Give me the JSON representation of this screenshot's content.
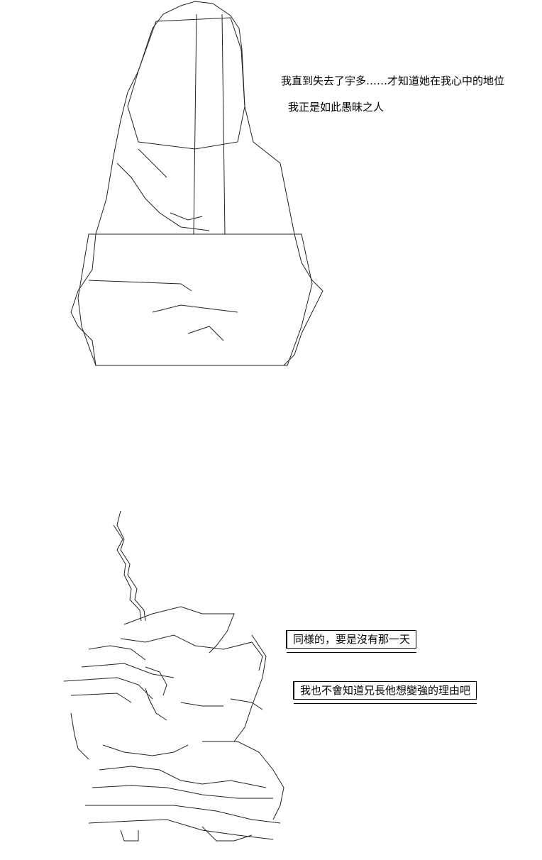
{
  "panel_top": {
    "lines": [
      "我直到失去了宇多……才知道她在我心中的地位",
      "我正是如此愚昧之人"
    ]
  },
  "panel_bottom": {
    "bubbles": [
      "同様的，要是沒有那一天",
      "我也不會知道兄長他想變強的理由吧"
    ]
  }
}
